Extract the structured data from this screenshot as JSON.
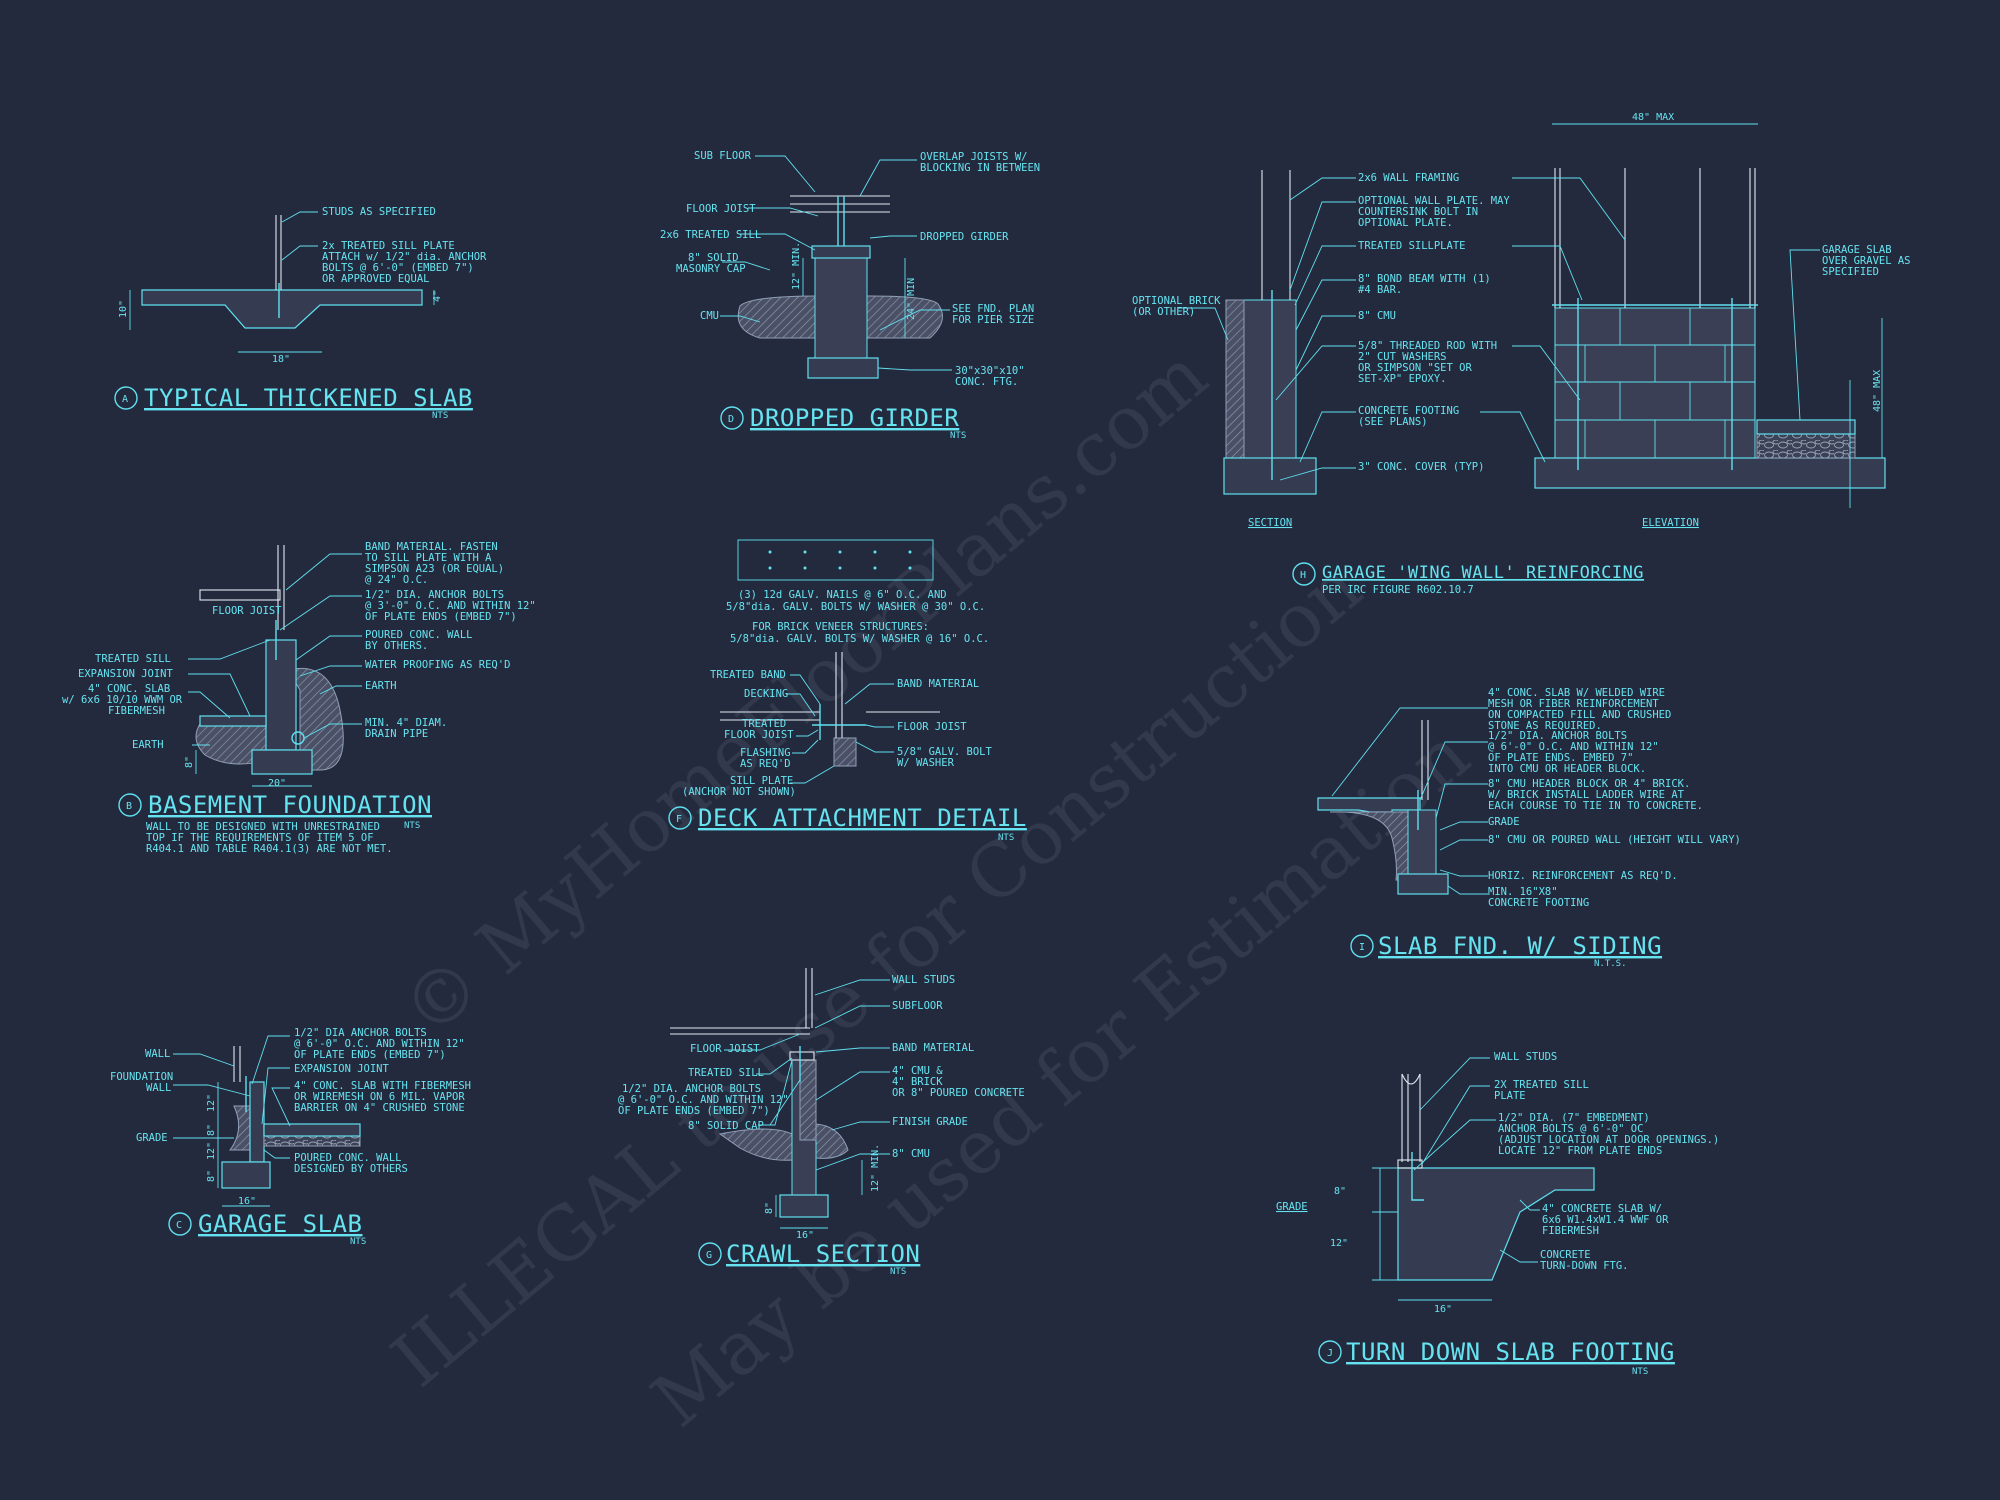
{
  "details": {
    "a": {
      "letter": "A",
      "title": "TYPICAL THICKENED SLAB",
      "scale": "NTS",
      "notes": [
        "STUDS AS SPECIFIED",
        "2x TREATED SILL PLATE",
        "ATTACH w/ 1/2\" dia. ANCHOR",
        "BOLTS @ 6'-0\" (EMBED 7\")",
        "OR APPROVED EQUAL"
      ],
      "dims": [
        "10\"",
        "4\"",
        "18\""
      ]
    },
    "b": {
      "letter": "B",
      "title": "BASEMENT FOUNDATION",
      "scale": "NTS",
      "notes_right": [
        "BAND MATERIAL. FASTEN",
        "TO SILL PLATE WITH A",
        "SIMPSON A23 (OR EQUAL)",
        "@ 24\" O.C.",
        "1/2\" DIA. ANCHOR BOLTS",
        "@ 3'-0\" O.C. AND WITHIN 12\"",
        "OF PLATE ENDS (EMBED 7\")",
        "POURED CONC. WALL",
        "BY OTHERS.",
        "WATER PROOFING AS REQ'D",
        "EARTH",
        "MIN. 4\" DIAM.",
        "DRAIN PIPE"
      ],
      "notes_left": [
        "FLOOR JOIST",
        "TREATED SILL",
        "EXPANSION JOINT",
        "4\" CONC. SLAB",
        "w/ 6x6 10/10 WWM OR",
        "FIBERMESH",
        "EARTH"
      ],
      "dims": [
        "8\"",
        "20\""
      ],
      "remark": [
        "WALL TO BE DESIGNED WITH UNRESTRAINED",
        "TOP IF THE REQUIREMENTS OF ITEM 5 OF",
        "R404.1 AND TABLE R404.1(3) ARE NOT MET."
      ]
    },
    "c": {
      "letter": "C",
      "title": "GARAGE SLAB",
      "scale": "NTS",
      "notes_left": [
        "WALL",
        "FOUNDATION",
        "WALL",
        "GRADE"
      ],
      "notes_right": [
        "1/2\" DIA ANCHOR BOLTS",
        "@ 6'-0\" O.C. AND WITHIN 12\"",
        "OF PLATE ENDS (EMBED 7\")",
        "EXPANSION JOINT",
        "4\" CONC. SLAB WITH FIBERMESH",
        "OR WIREMESH ON 6 MIL. VAPOR",
        "BARRIER ON 4\" CRUSHED STONE",
        "POURED CONC. WALL",
        "DESIGNED BY OTHERS"
      ],
      "dims": [
        "12\"",
        "8\"",
        "12\"",
        "8\"",
        "16\""
      ]
    },
    "d": {
      "letter": "D",
      "title": "DROPPED GIRDER",
      "scale": "NTS",
      "notes_left": [
        "SUB FLOOR",
        "FLOOR JOIST",
        "2x6 TREATED SILL",
        "8\" SOLID",
        "MASONRY CAP",
        "CMU"
      ],
      "notes_right": [
        "OVERLAP JOISTS W/",
        "BLOCKING IN BETWEEN",
        "DROPPED GIRDER",
        "SEE FND. PLAN",
        "FOR PIER SIZE",
        "30\"x30\"x10\"",
        "CONC. FTG."
      ],
      "dims": [
        "12\" MIN.",
        "24\" MIN"
      ]
    },
    "f": {
      "letter": "F",
      "title": "DECK ATTACHMENT DETAIL",
      "scale": "NTS",
      "notes_top": [
        "(3) 12d GALV. NAILS @ 6\" O.C. AND",
        "5/8\"dia. GALV. BOLTS W/ WASHER @ 30\" O.C.",
        "FOR BRICK VENEER STRUCTURES:",
        "5/8\"dia. GALV. BOLTS W/ WASHER @ 16\" O.C."
      ],
      "notes_left": [
        "TREATED BAND",
        "DECKING",
        "TREATED",
        "FLOOR JOIST",
        "FLASHING",
        "AS REQ'D",
        "SILL PLATE",
        "(ANCHOR NOT SHOWN)"
      ],
      "notes_right": [
        "BAND MATERIAL",
        "FLOOR JOIST",
        "5/8\" GALV. BOLT",
        "W/ WASHER"
      ]
    },
    "g": {
      "letter": "G",
      "title": "CRAWL SECTION",
      "scale": "NTS",
      "notes_left": [
        "FLOOR JOIST",
        "TREATED SILL",
        "1/2\" DIA. ANCHOR BOLTS",
        "@ 6'-0\" O.C. AND WITHIN 12\"",
        "OF PLATE ENDS (EMBED 7\")",
        "8\" SOLID CAP"
      ],
      "notes_right": [
        "WALL STUDS",
        "SUBFLOOR",
        "BAND MATERIAL",
        "4\" CMU &",
        "4\" BRICK",
        "OR 8\" POURED CONCRETE",
        "FINISH GRADE",
        "8\" CMU"
      ],
      "dims": [
        "12\" MIN.",
        "8\"",
        "16\""
      ]
    },
    "h": {
      "letter": "H",
      "title": "GARAGE 'WING WALL' REINFORCING",
      "subtitle": "PER IRC FIGURE R602.10.7",
      "section_label": "SECTION",
      "elevation_label": "ELEVATION",
      "notes_left": [
        "OPTIONAL BRICK",
        "(OR OTHER)"
      ],
      "notes_mid": [
        "2x6 WALL FRAMING",
        "OPTIONAL WALL PLATE. MAY",
        "COUNTERSINK BOLT IN",
        "OPTIONAL PLATE.",
        "TREATED SILLPLATE",
        "8\" BOND BEAM WITH (1)",
        "#4 BAR.",
        "8\" CMU",
        "5/8\" THREADED ROD WITH",
        "2\" CUT WASHERS",
        "OR SIMPSON \"SET OR",
        "SET-XP\" EPOXY.",
        "CONCRETE FOOTING",
        "(SEE PLANS)",
        "3\" CONC. COVER (TYP)"
      ],
      "notes_right": [
        "GARAGE SLAB",
        "OVER GRAVEL AS",
        "SPECIFIED"
      ],
      "dims": [
        "48\" MAX",
        "48\" MAX"
      ]
    },
    "i": {
      "letter": "I",
      "title": "SLAB FND. W/ SIDING",
      "scale": "N.T.S.",
      "notes": [
        "4\" CONC. SLAB W/ WELDED WIRE",
        "MESH OR FIBER REINFORCEMENT",
        "ON COMPACTED FILL AND CRUSHED",
        "STONE AS REQUIRED.",
        "1/2\" DIA. ANCHOR BOLTS",
        "@ 6'-0\" O.C. AND WITHIN 12\"",
        "OF PLATE ENDS. EMBED 7\"",
        "INTO CMU OR HEADER BLOCK.",
        "8\" CMU HEADER BLOCK OR 4\" BRICK.",
        "W/ BRICK INSTALL LADDER WIRE AT",
        "EACH COURSE TO TIE IN TO CONCRETE.",
        "GRADE",
        "8\" CMU OR POURED WALL (HEIGHT WILL VARY)",
        "HORIZ. REINFORCEMENT AS REQ'D.",
        "MIN. 16\"X8\"",
        "CONCRETE FOOTING"
      ]
    },
    "j": {
      "letter": "J",
      "title": "TURN DOWN SLAB FOOTING",
      "scale": "NTS",
      "notes": [
        "WALL STUDS",
        "2X TREATED SILL",
        "PLATE",
        "1/2\" DIA. (7\" EMBEDMENT)",
        "ANCHOR BOLTS @ 6'-0\" OC",
        "(ADJUST LOCATION AT DOOR OPENINGS.)",
        "LOCATE 12\" FROM PLATE ENDS",
        "4\" CONCRETE SLAB W/",
        "6x6 W1.4xW1.4 WWF OR",
        "FIBERMESH",
        "CONCRETE",
        "TURN-DOWN FTG."
      ],
      "grade": "GRADE",
      "dims": [
        "8\"",
        "12\"",
        "16\""
      ]
    }
  },
  "watermark": [
    "© MyHomeFloorPlans.com",
    "ILLEGAL to use for Construction",
    "May be used for Estimation"
  ],
  "colors": {
    "background": "#242a3d",
    "linework": "#5fe0ef",
    "text": "#66e3f0"
  }
}
